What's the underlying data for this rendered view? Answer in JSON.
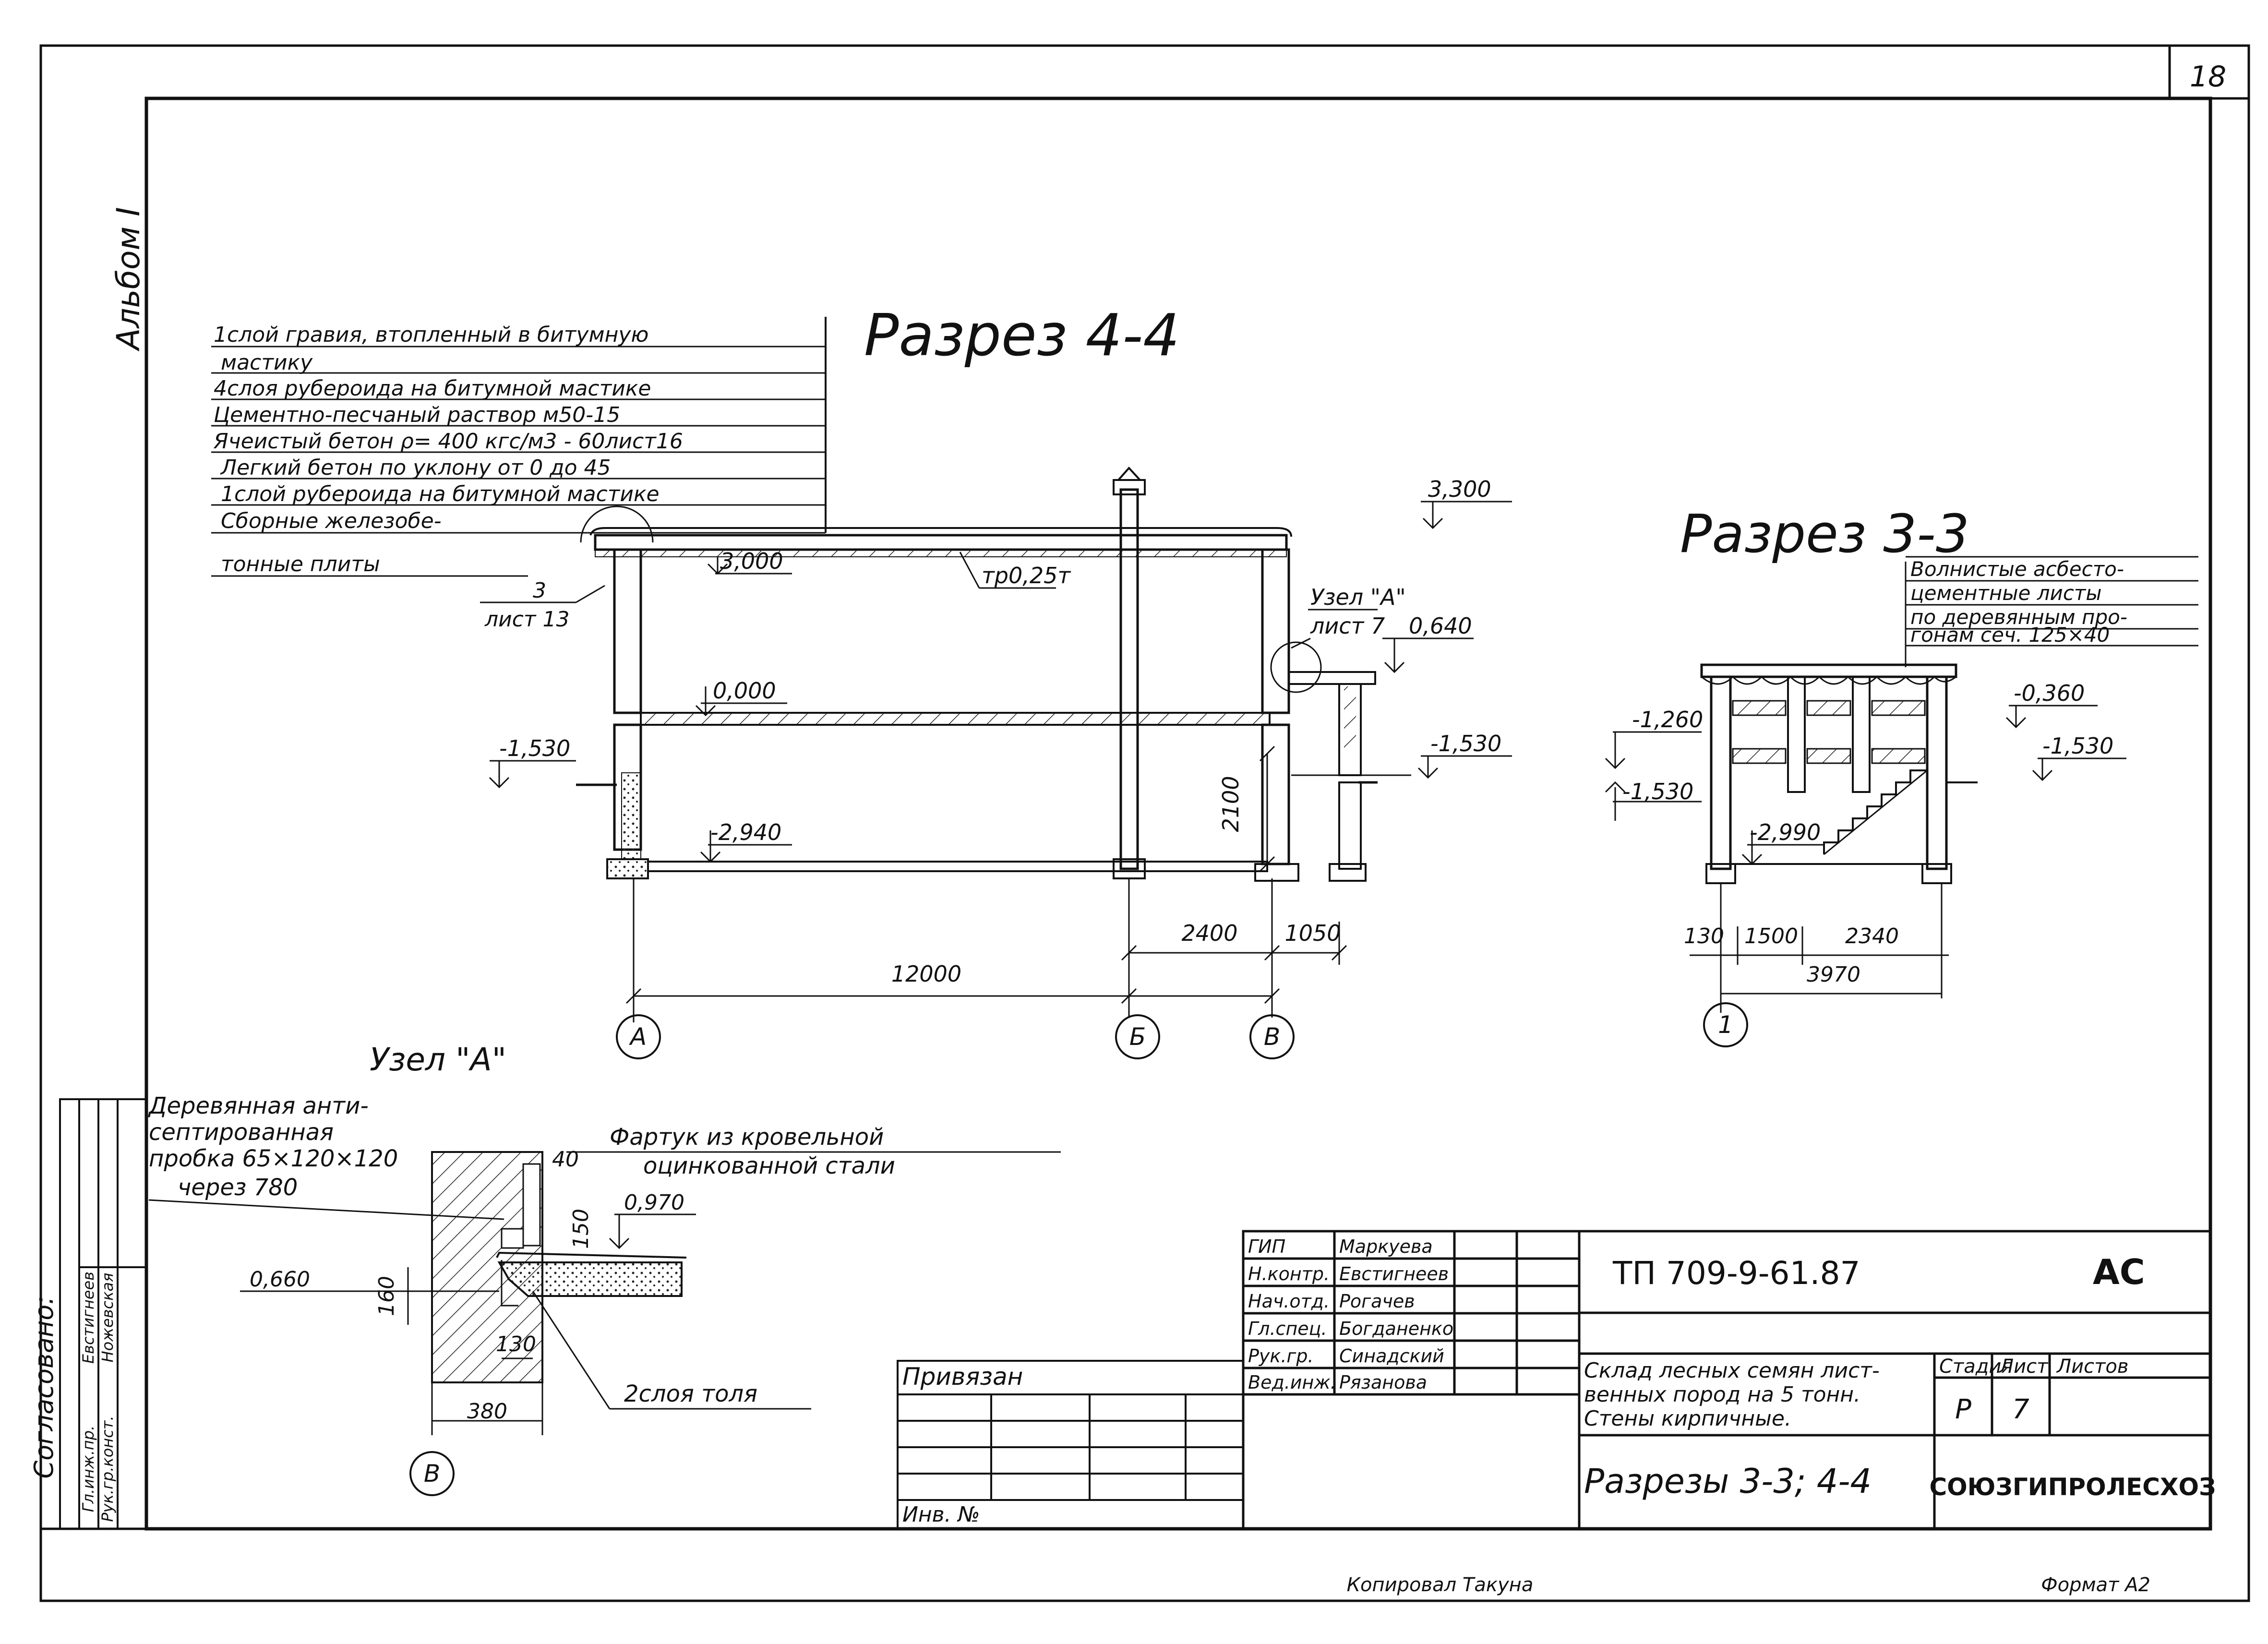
{
  "sheet": {
    "page_number": "18",
    "album": "Альбом I",
    "copied_by": "Копировал Такуна",
    "format": "Формат А2"
  },
  "section44": {
    "title": "Разрез 4-4",
    "layers": [
      "1слой гравия, втопленный в битумную",
      "мастику",
      "4слоя рубероида на битумной мастике",
      "Цементно-песчаный раствор м50-15",
      "Ячеистый бетон ρ= 400 кгс/м3 - 60лист16",
      "Легкий бетон по уклону от 0 до 45",
      "1слой рубероида на битумной мастике",
      "Сборные железобе-",
      "тонные плиты"
    ],
    "callout_num": "3",
    "callout_sheet": "лист 13",
    "levels": {
      "top": "3,300",
      "roof": "3,000",
      "floor": "0,000",
      "ground_left": "-1,530",
      "ground_right": "-1,530",
      "basement": "-2,940",
      "canopy": "0,640"
    },
    "pipe": "тр0,25т",
    "node_ref": "Узел \"А\"",
    "node_sheet": "лист 7",
    "dims": {
      "total": "12000",
      "d2400": "2400",
      "d1050": "1050",
      "d2100": "2100"
    },
    "axes": [
      "А",
      "Б",
      "В"
    ]
  },
  "section33": {
    "title": "Разрез 3-3",
    "note": [
      "Волнистые асбесто-",
      "цементные листы",
      "по деревянным про-",
      "гонам сеч. 125×40"
    ],
    "levels": {
      "l1": "-1,260",
      "l2": "-0,360",
      "l3": "-1,530",
      "l4": "-1,530",
      "l5": "-2,990"
    },
    "dims": {
      "d130": "130",
      "d1500": "1500",
      "d2340": "2340",
      "total": "3970"
    },
    "axis": "1"
  },
  "nodeA": {
    "title": "Узел \"А\"",
    "plug": [
      "Деревянная анти-",
      "септированная",
      "пробка 65×120×120",
      "через 780"
    ],
    "apron": [
      "Фартук из кровельной",
      "оцинкованной стали"
    ],
    "tar": "2слоя толя",
    "levels": {
      "a": "0,970",
      "b": "0,660"
    },
    "dims": {
      "d40": "40",
      "d150": "150",
      "d160": "160",
      "d130": "130",
      "d380": "380"
    },
    "axis": "В"
  },
  "approval": {
    "title": "Согласовано:",
    "rows": [
      {
        "role": "Гл.инж.пр.",
        "name": "Евстигнеев"
      },
      {
        "role": "Рук.гр.конст.",
        "name": "Ножевская"
      }
    ]
  },
  "binding": {
    "label": "Привязан",
    "inv": "Инв. №"
  },
  "stamp": {
    "code": "ТП 709-9-61.87",
    "mark": "АС",
    "staff": [
      {
        "role": "ГИП",
        "name": "Маркуева"
      },
      {
        "role": "Н.контр.",
        "name": "Евстигнеев"
      },
      {
        "role": "Нач.отд.",
        "name": "Рогачев"
      },
      {
        "role": "Гл.спец.",
        "name": "Богданенко"
      },
      {
        "role": "Рук.гр.",
        "name": "Синадский"
      },
      {
        "role": "Вед.инж.",
        "name": "Рязанова"
      }
    ],
    "project_title": [
      "Склад лесных семян лист-",
      "венных пород на 5 тонн.",
      "Стены кирпичные."
    ],
    "stage_label": "Стадия",
    "sheet_label": "Лист",
    "sheets_label": "Листов",
    "stage": "Р",
    "sheet": "7",
    "sheet_title": "Разрезы 3-3; 4-4",
    "org": "СОЮЗГИПРОЛЕСХОЗ"
  }
}
